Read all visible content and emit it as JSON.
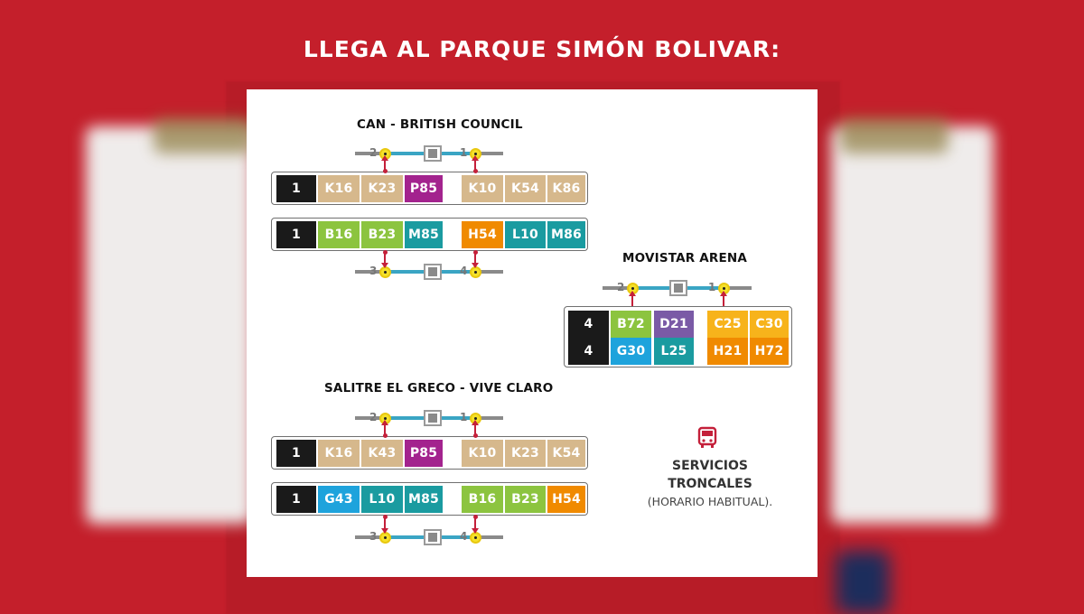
{
  "page_title": "LLEGA AL PARQUE SIMÓN BOLIVAR:",
  "colors": {
    "background_red": "#c41f2b",
    "black": "#1a1a1a",
    "tan": "#d6b88c",
    "magenta": "#a3238e",
    "green": "#8cc43f",
    "teal": "#1a9ba0",
    "orange": "#f08a00",
    "purple": "#7a5aa6",
    "yellow": "#f7b31b",
    "blue": "#1ea3dc",
    "connector_red": "#c4203a"
  },
  "stations": [
    {
      "name": "CAN - BRITISH COUNCIL",
      "top_stops": [
        "2",
        "1"
      ],
      "bottom_stops": [
        "3",
        "4"
      ],
      "rows": [
        [
          {
            "label": "1",
            "color": "#1a1a1a"
          },
          {
            "label": "K16",
            "color": "#d6b88c"
          },
          {
            "label": "K23",
            "color": "#d6b88c"
          },
          {
            "label": "P85",
            "color": "#a3238e"
          },
          {
            "label": "K10",
            "color": "#d6b88c"
          },
          {
            "label": "K54",
            "color": "#d6b88c"
          },
          {
            "label": "K86",
            "color": "#d6b88c"
          }
        ],
        [
          {
            "label": "1",
            "color": "#1a1a1a"
          },
          {
            "label": "B16",
            "color": "#8cc43f"
          },
          {
            "label": "B23",
            "color": "#8cc43f"
          },
          {
            "label": "M85",
            "color": "#1a9ba0"
          },
          {
            "label": "H54",
            "color": "#f08a00"
          },
          {
            "label": "L10",
            "color": "#1a9ba0"
          },
          {
            "label": "M86",
            "color": "#1a9ba0"
          }
        ]
      ]
    },
    {
      "name": "MOVISTAR ARENA",
      "top_stops": [
        "2",
        "1"
      ],
      "rows": [
        [
          {
            "label": "4",
            "color": "#1a1a1a"
          },
          {
            "label": "B72",
            "color": "#8cc43f"
          },
          {
            "label": "D21",
            "color": "#7a5aa6"
          },
          {
            "label": "C25",
            "color": "#f7b31b"
          },
          {
            "label": "C30",
            "color": "#f7b31b"
          }
        ],
        [
          {
            "label": "4",
            "color": "#1a1a1a"
          },
          {
            "label": "G30",
            "color": "#1ea3dc"
          },
          {
            "label": "L25",
            "color": "#1a9ba0"
          },
          {
            "label": "H21",
            "color": "#f08a00"
          },
          {
            "label": "H72",
            "color": "#f08a00"
          }
        ]
      ]
    },
    {
      "name": "SALITRE EL GRECO - VIVE CLARO",
      "top_stops": [
        "2",
        "1"
      ],
      "bottom_stops": [
        "3",
        "4"
      ],
      "rows": [
        [
          {
            "label": "1",
            "color": "#1a1a1a"
          },
          {
            "label": "K16",
            "color": "#d6b88c"
          },
          {
            "label": "K43",
            "color": "#d6b88c"
          },
          {
            "label": "P85",
            "color": "#a3238e"
          },
          {
            "label": "K10",
            "color": "#d6b88c"
          },
          {
            "label": "K23",
            "color": "#d6b88c"
          },
          {
            "label": "K54",
            "color": "#d6b88c"
          }
        ],
        [
          {
            "label": "1",
            "color": "#1a1a1a"
          },
          {
            "label": "G43",
            "color": "#1ea3dc"
          },
          {
            "label": "L10",
            "color": "#1a9ba0"
          },
          {
            "label": "M85",
            "color": "#1a9ba0"
          },
          {
            "label": "B16",
            "color": "#8cc43f"
          },
          {
            "label": "B23",
            "color": "#8cc43f"
          },
          {
            "label": "H54",
            "color": "#f08a00"
          }
        ]
      ]
    }
  ],
  "legend": {
    "icon": "bus-icon",
    "line1": "SERVICIOS",
    "line2": "TRONCALES",
    "line3": "(HORARIO HABITUAL)."
  }
}
